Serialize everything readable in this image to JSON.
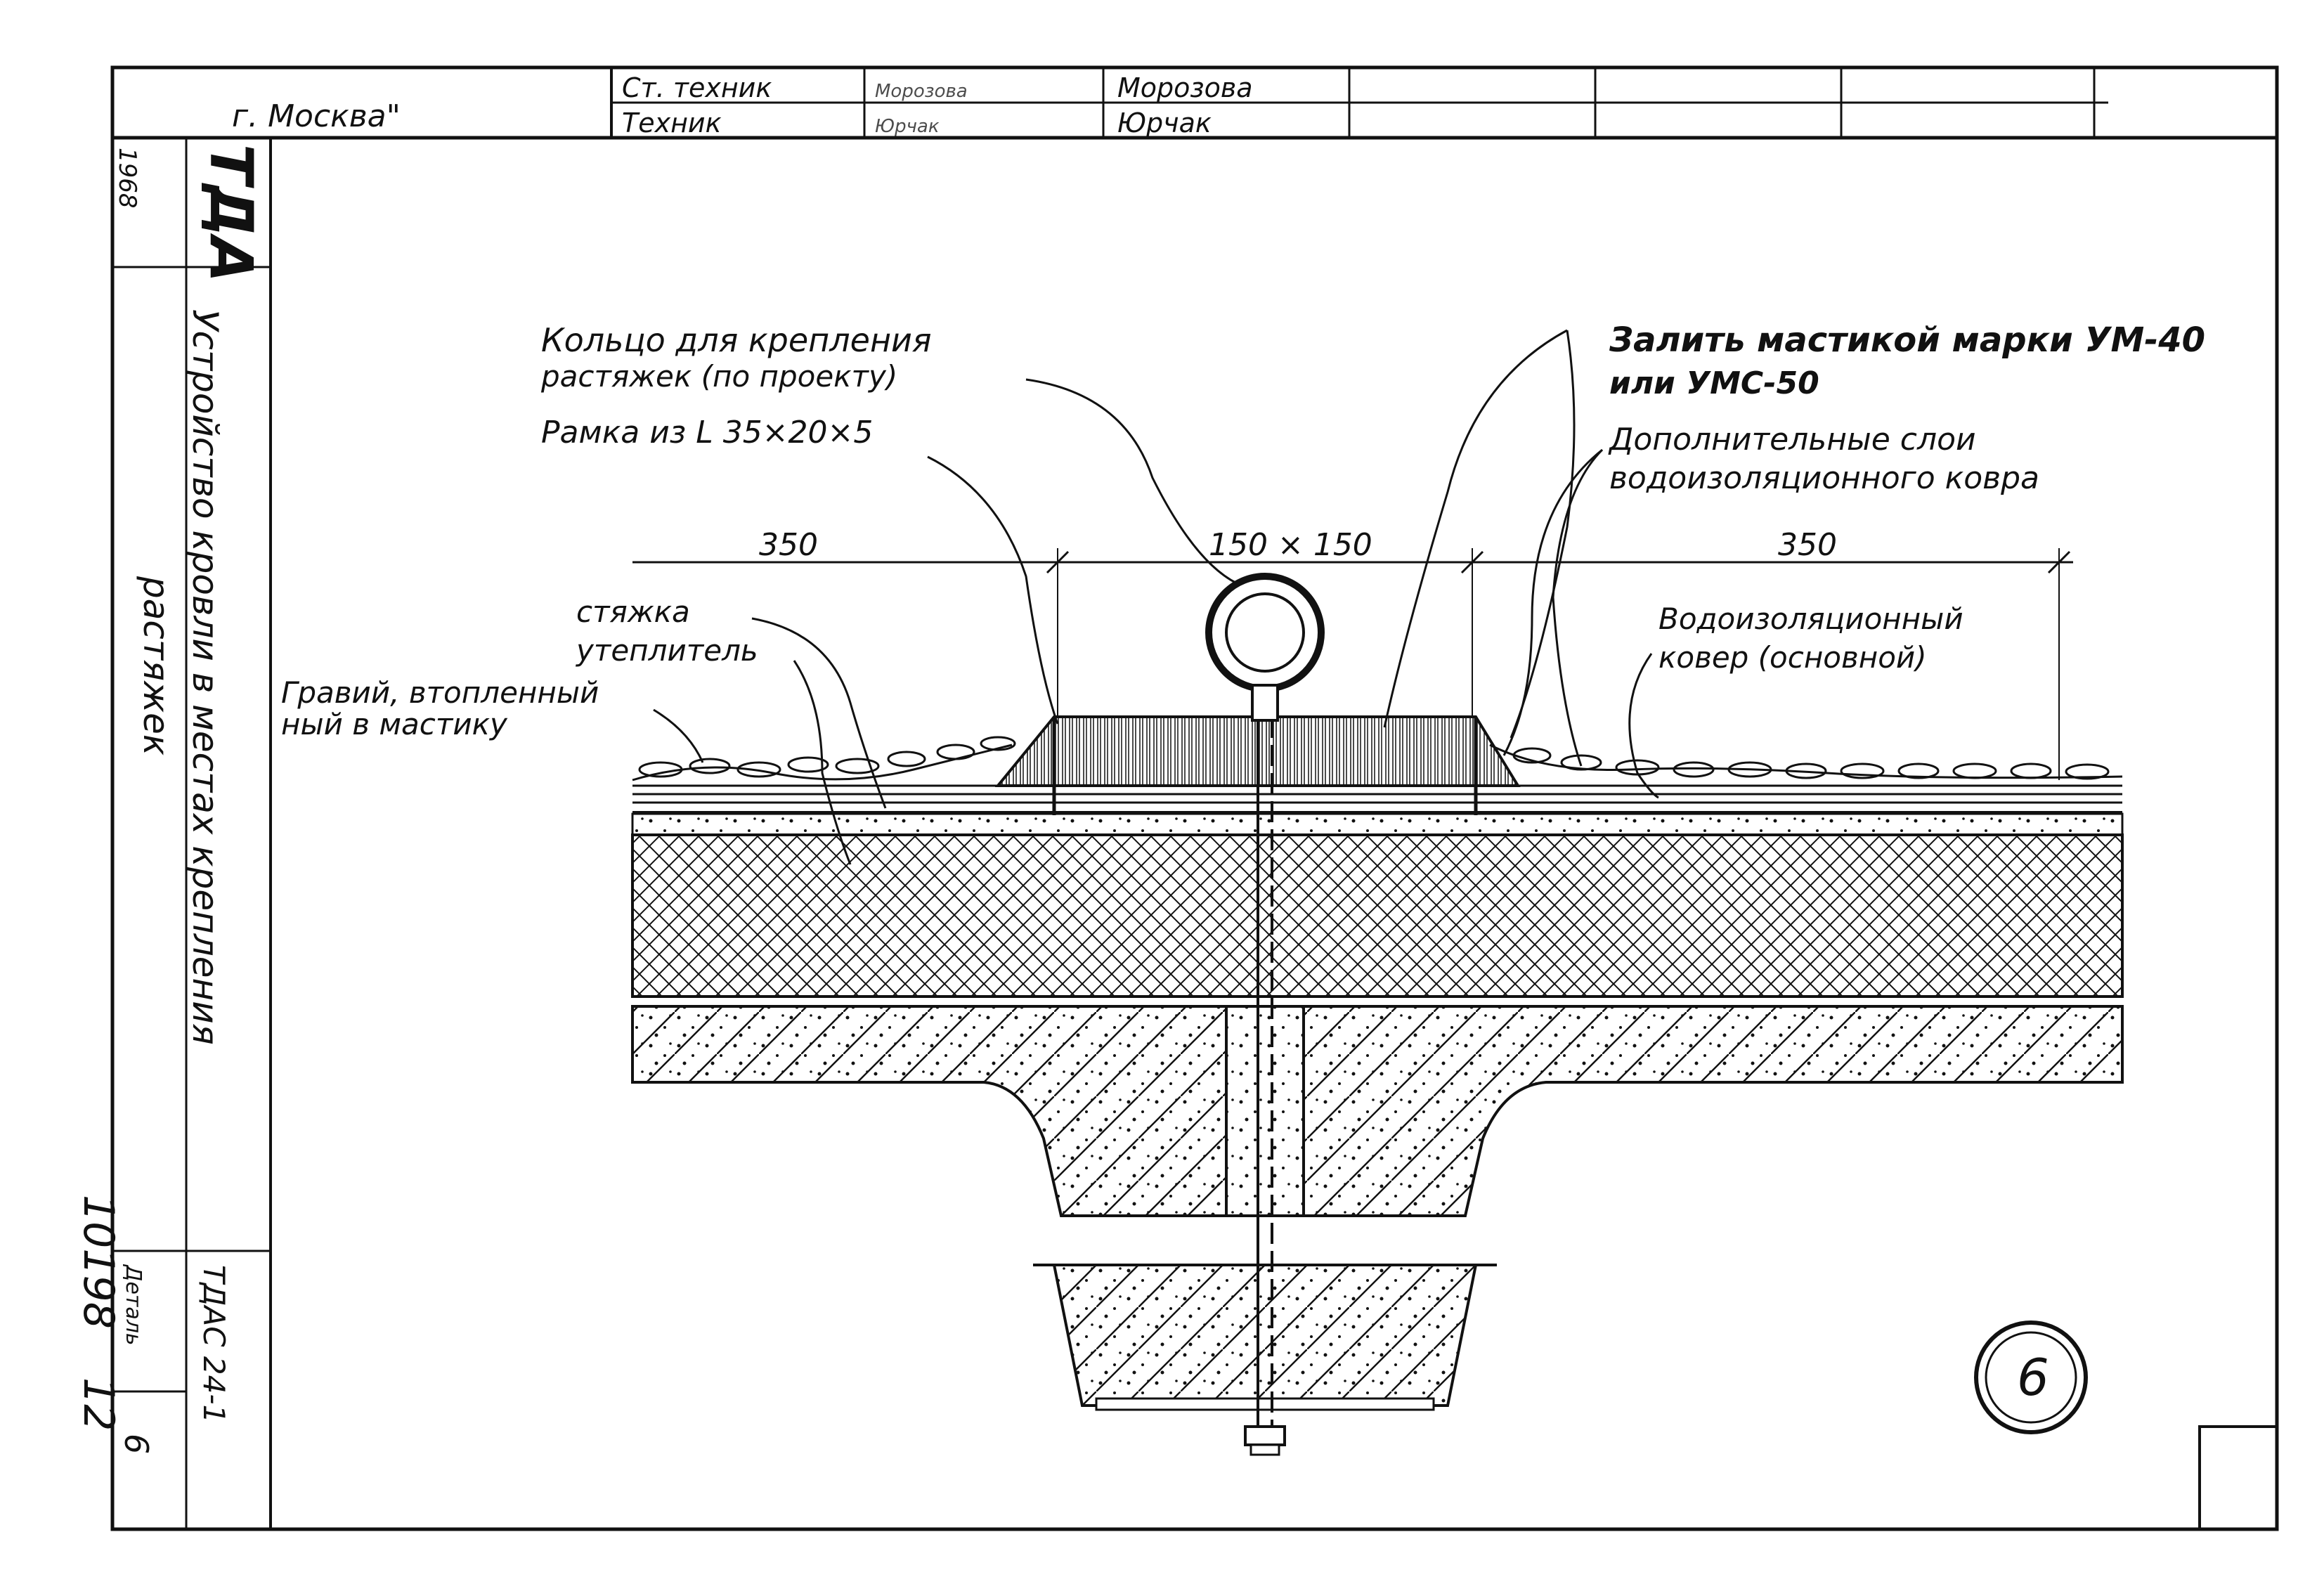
{
  "title_block": {
    "city": "г. Москва\"",
    "rows": [
      {
        "role": "Ст. техник",
        "signature": "Морозова",
        "name": "Морозова"
      },
      {
        "role": "Техник",
        "signature": "Юрчак",
        "name": "Юрчак"
      }
    ],
    "org_logo": "ТДА",
    "year": "1968",
    "sheet_title_line1": "Устройство кровли в местах крепления",
    "sheet_title_line2": "растяжек",
    "doc_code": "ТДАС 24-1",
    "detail_label": "Деталь",
    "detail_number": "6",
    "archive_number": "10198",
    "page_number": "12"
  },
  "callouts": {
    "ring_line1": "Кольцо для крепления",
    "ring_line2": "растяжек (по проекту)",
    "frame": "Рамка из L 35×20×5",
    "mastic_line1": "Залить мастикой марки УМ-40",
    "mastic_line2": "или УМС-50",
    "extra_layers_line1": "Дополнительные слои",
    "extra_layers_line2": "водоизоляционного ковра",
    "screed": "стяжка",
    "insulation": "утеплитель",
    "gravel_line1": "Гравий, втопленный",
    "gravel_line2": "ный в мастику",
    "waterproof_line1": "Водоизоляционный",
    "waterproof_line2": "ковер (основной)"
  },
  "dimensions": {
    "left": "350",
    "center": "150 × 150",
    "right": "350"
  },
  "detail_marker": "6",
  "colors": {
    "ink": "#111111",
    "paper": "#ffffff"
  }
}
